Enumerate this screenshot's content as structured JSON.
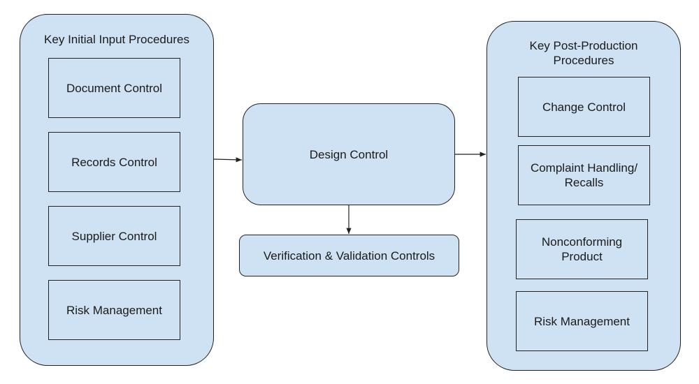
{
  "left_group": {
    "title": "Key Initial Input Procedures",
    "items": [
      "Document Control",
      "Records Control",
      "Supplier Control",
      "Risk Management"
    ]
  },
  "center": {
    "design": "Design Control",
    "verification": "Verification & Validation Controls"
  },
  "right_group": {
    "title": "Key Post-Production Procedures",
    "items": [
      "Change Control",
      "Complaint Handling/ Recalls",
      "Nonconforming Product",
      "Risk Management"
    ]
  },
  "colors": {
    "fill": "#cfe2f3",
    "stroke": "#222222"
  }
}
